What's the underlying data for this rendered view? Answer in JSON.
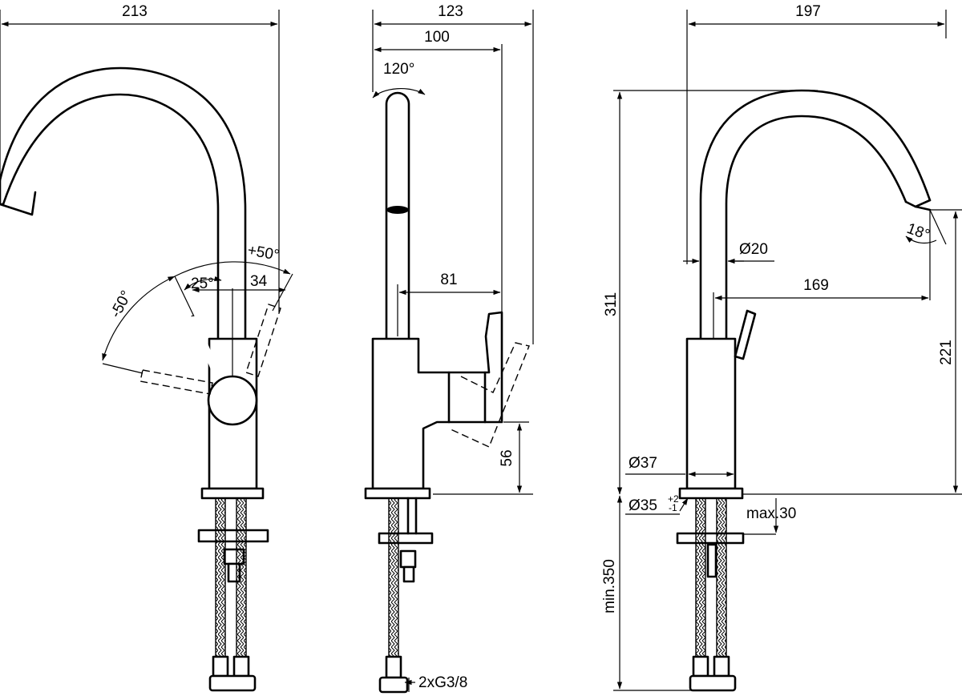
{
  "front_view": {
    "overall_width": "213",
    "rotation_plus": "+50°",
    "rotation_minus": "-50°",
    "lever_angle": "25°",
    "lever_offset": "34"
  },
  "side_view": {
    "overall_depth": "123",
    "spout_depth": "100",
    "spout_swivel": "120°",
    "lever_reach": "81",
    "lever_height": "56",
    "connections": "2xG3/8"
  },
  "rear_view": {
    "overall_width": "197",
    "total_height": "311",
    "outlet_angle": "18°",
    "spout_diameter": "Ø20",
    "spout_reach": "169",
    "outlet_height": "221",
    "body_diameter": "Ø37",
    "hole_diameter": "Ø35",
    "hole_tol_plus": "+2",
    "hole_tol_minus": "-1",
    "max_deck": "max.30",
    "min_length": "min.350"
  },
  "colors": {
    "line": "#000000",
    "background": "#ffffff"
  }
}
